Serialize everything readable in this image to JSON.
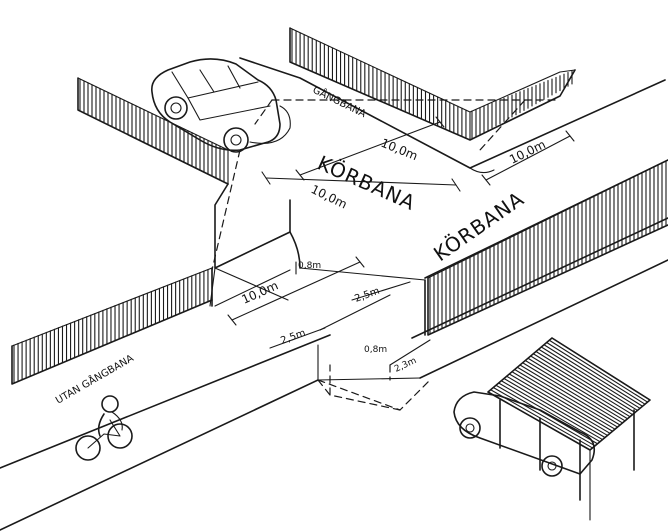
{
  "labels": {
    "road_main": "KÖRBANA",
    "road_cross": "KÖRBANA",
    "sidewalk": "GÅNGBANA",
    "no_sidewalk": "UTAN GÅNGBANA"
  },
  "dimensions": {
    "d_top_road": "10,0m",
    "d_top_right": "10,0m",
    "d_mid": "10,0m",
    "d_low": "10,0m",
    "d_25_a": "2,5m",
    "d_25_b": "2,5m",
    "d_08_a": "0,8m",
    "d_08_b": "0,8m",
    "d_23": "2,3m"
  },
  "colors": {
    "ink": "#1a1a1a",
    "paper": "#ffffff"
  }
}
